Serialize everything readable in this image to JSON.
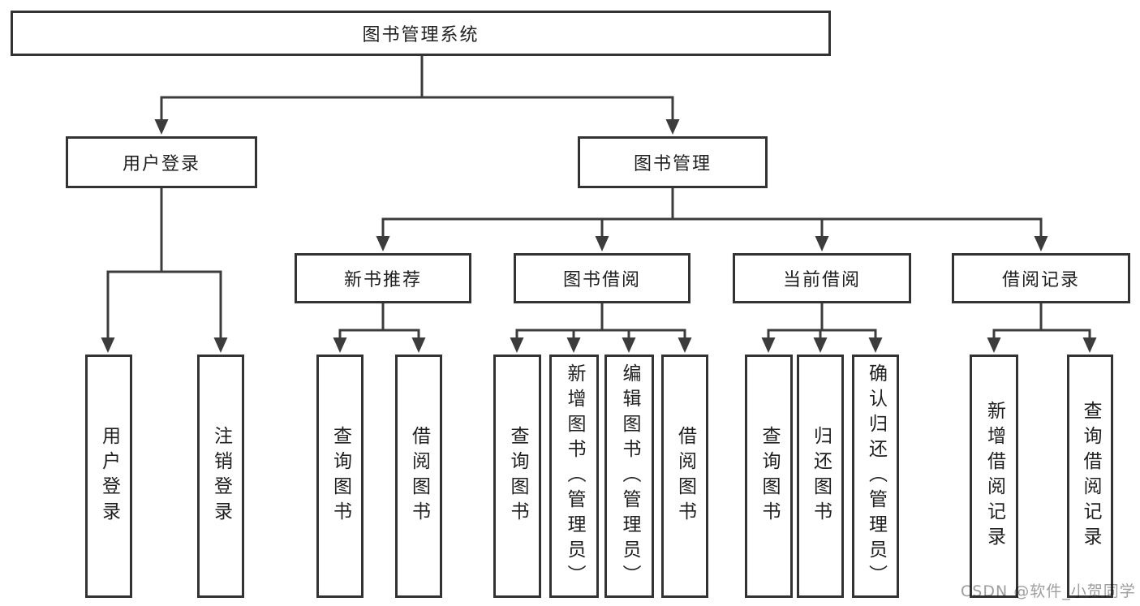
{
  "nodes": {
    "root": "图书管理系统",
    "level2": [
      "用户登录",
      "图书管理"
    ],
    "level3": [
      "新书推荐",
      "图书借阅",
      "当前借阅",
      "借阅记录"
    ],
    "leaves": [
      "用户登录",
      "注销登录",
      "查询图书",
      "借阅图书",
      "查询图书",
      "新增图书（管理员）",
      "编辑图书（管理员）",
      "借阅图书",
      "查询图书",
      "归还图书",
      "确认归还（管理员）",
      "新增借阅记录",
      "查询借阅记录"
    ]
  },
  "hierarchy": {
    "图书管理系统": [
      "用户登录",
      "图书管理"
    ],
    "用户登录": [
      "用户登录",
      "注销登录"
    ],
    "图书管理": [
      "新书推荐",
      "图书借阅",
      "当前借阅",
      "借阅记录"
    ],
    "新书推荐": [
      "查询图书",
      "借阅图书"
    ],
    "图书借阅": [
      "查询图书",
      "新增图书（管理员）",
      "编辑图书（管理员）",
      "借阅图书"
    ],
    "当前借阅": [
      "查询图书",
      "归还图书",
      "确认归还（管理员）"
    ],
    "借阅记录": [
      "新增借阅记录",
      "查询借阅记录"
    ]
  },
  "watermark": "CSDN @软件_小贺同学",
  "colors": {
    "background": "#ffffff",
    "line": "#3c3c3c",
    "box_border": "#333333",
    "text": "#1f1f1f",
    "watermark": "#9e9e9e"
  }
}
